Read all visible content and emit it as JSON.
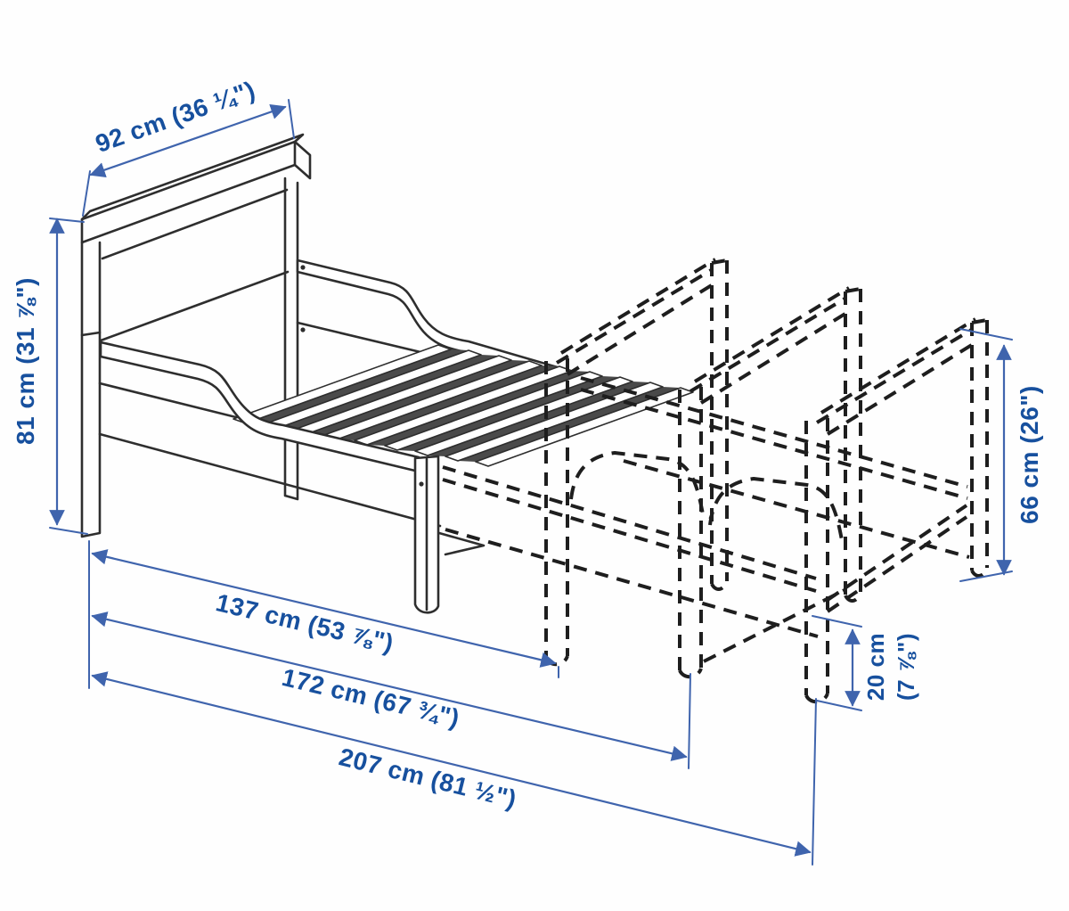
{
  "diagram": {
    "name": "Extendable bed frame dimension diagram",
    "colors": {
      "dimension_blue_text": "#17509e",
      "dimension_blue_line": "#3f64ad",
      "drawing_line": "#2e2e2e",
      "background": "#fefefe"
    },
    "dimensions": {
      "width": {
        "label": "92 cm (36 ¼\")",
        "cm": 92
      },
      "headboard_height": {
        "label": "81 cm (31 ⅞\")",
        "cm": 81
      },
      "footboard_height": {
        "label": "66 cm (26\")",
        "cm": 66
      },
      "leg_height": {
        "line1": "20 cm",
        "line2": "(7 ⅞\")",
        "cm": 20
      },
      "length_shortest": {
        "label": "137 cm (53 ⅞\")",
        "cm": 137
      },
      "length_middle": {
        "label": "172 cm (67 ¾\")",
        "cm": 172
      },
      "length_longest": {
        "label": "207 cm (81 ½\")",
        "cm": 207
      }
    }
  }
}
